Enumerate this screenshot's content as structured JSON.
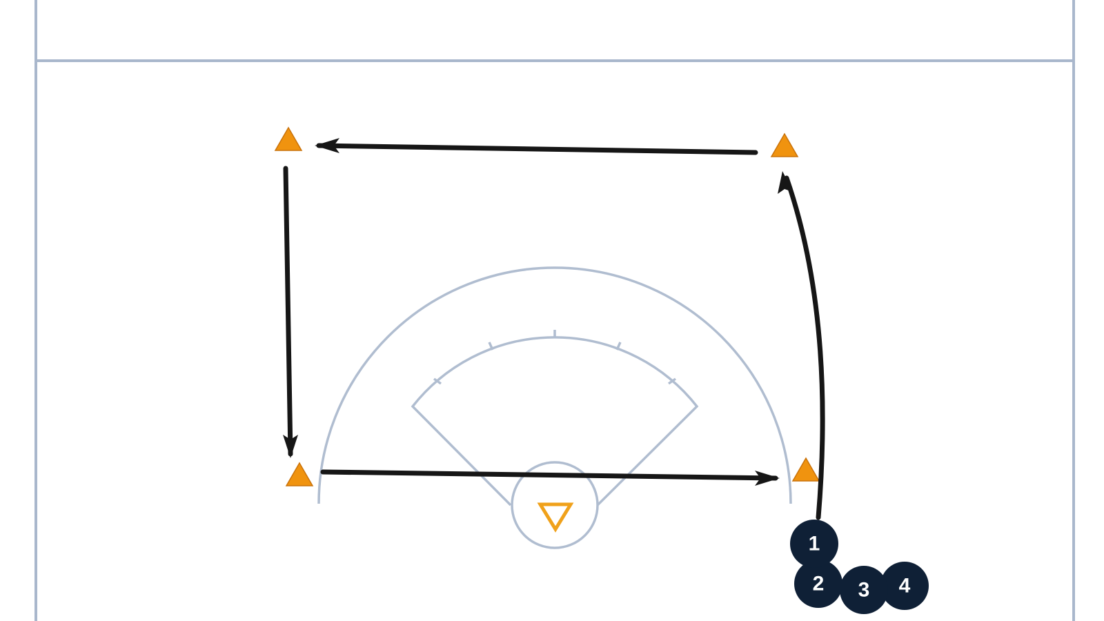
{
  "diagram": {
    "colors": {
      "court_line": "#a9b7cc",
      "run_arrow": "#161616",
      "cone": "#f0930f",
      "goal_marker": "#f0a11a",
      "player": "#0f2036",
      "player_text": "#ffffff"
    },
    "cones": [
      "cone-top-left",
      "cone-top-right",
      "cone-bottom-left",
      "cone-bottom-right"
    ],
    "players": [
      {
        "label": "1"
      },
      {
        "label": "2"
      },
      {
        "label": "3"
      },
      {
        "label": "4"
      }
    ],
    "arrows": [
      {
        "name": "run-arrow-start-to-top-right"
      },
      {
        "name": "run-arrow-top-right-to-top-left"
      },
      {
        "name": "run-arrow-top-left-to-bottom-left"
      },
      {
        "name": "run-arrow-bottom-left-to-bottom-right"
      }
    ]
  }
}
